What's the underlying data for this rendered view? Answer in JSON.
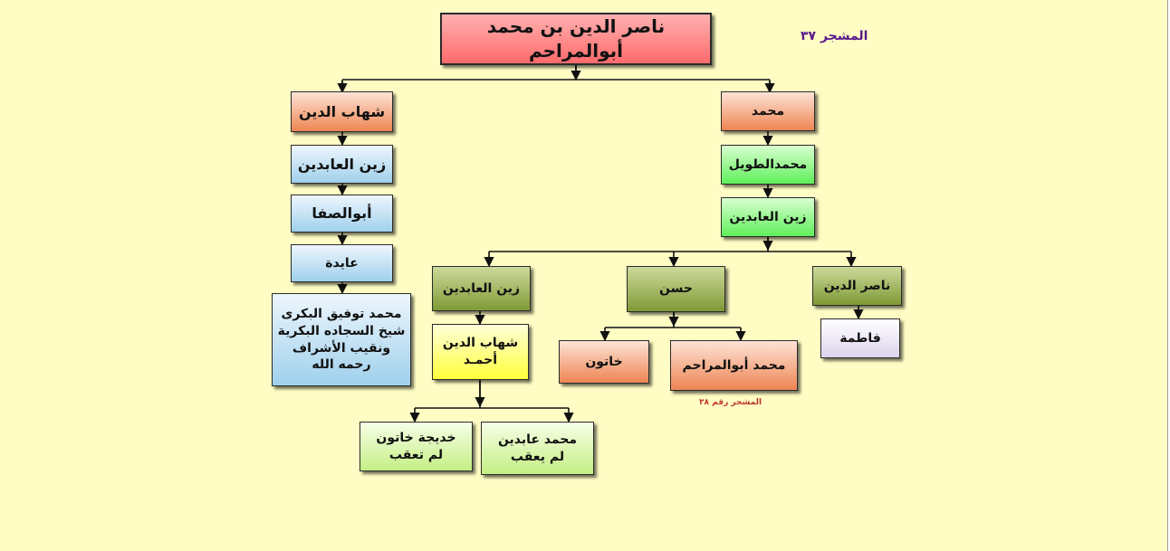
{
  "diagram": {
    "chart_label": "المشجر ٣٧",
    "root": "ناصر الدين بن محمد أبوالمراحم",
    "left_branch": {
      "n1": "شهاب الدين",
      "n2": "زين العابدين",
      "n3": "أبوالصفا",
      "n4": "عايدة",
      "n5": "محمد توفيق البكرى\nشيخ السجاده البكرية\nونقيب الأشراف\nرحمه الله"
    },
    "right_branch": {
      "n1": "محمد",
      "n2": "محمدالطويل",
      "n3": "زين العابدين",
      "nasir": "ناصر الدين",
      "fatima": "فاطمة",
      "hasan": "حسن",
      "abulmarahim": "محمد أبوالمراحم",
      "abulmarahim_note": "المشجر رقم ٣٨",
      "khatun": "خاتون",
      "zain": "زين العابدين",
      "shihab": "شهاب الدين\nأحمـد",
      "abidin": "محمد عابدين\nلم يعقب",
      "khadija": "خديجة خاتون\nلم تعقب"
    }
  },
  "colors": {
    "background": "#fffdc4",
    "root": "#ff6b6b",
    "orange": "#ee8552",
    "blue": "#9fd0ec",
    "green": "#5fef5a",
    "olive": "#7f9a36",
    "lavender": "#ddd3ee",
    "yellow": "#ffff3c",
    "lime": "#c4ef84",
    "label_purple": "#5a1a8c",
    "note_red": "#c0392b"
  }
}
